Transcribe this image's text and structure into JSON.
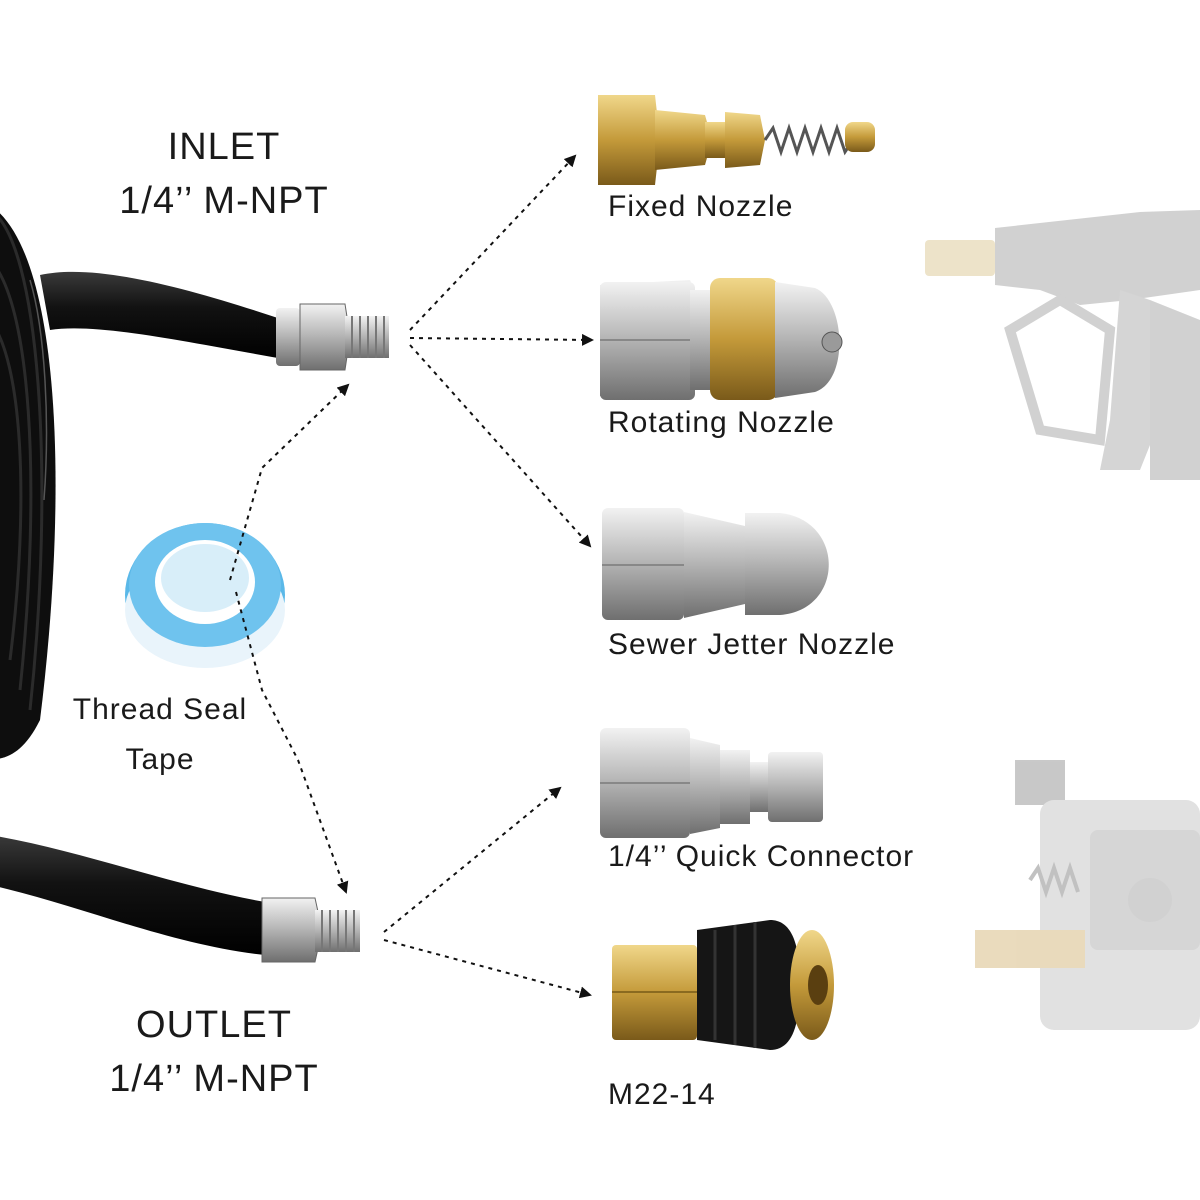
{
  "inlet": {
    "title": "INLET",
    "spec": "1/4’’ M-NPT"
  },
  "outlet": {
    "title": "OUTLET",
    "spec": "1/4’’ M-NPT"
  },
  "tape": {
    "line1": "Thread Seal",
    "line2": "Tape"
  },
  "parts": [
    {
      "label": "Fixed Nozzle"
    },
    {
      "label": "Rotating Nozzle"
    },
    {
      "label": "Sewer Jetter Nozzle"
    },
    {
      "label": "1/4’’ Quick Connector"
    },
    {
      "label": "M22-14"
    }
  ],
  "colors": {
    "hose": "#111111",
    "steel": "#c9c9c9",
    "brass": "#c8a24a",
    "tape": "#5ab8e8",
    "faded": "#cfcfcf"
  },
  "icons": [
    "pressure-washer-gun-icon",
    "pressure-washer-pump-icon",
    "hose-coil-icon",
    "thread-tape-icon"
  ]
}
